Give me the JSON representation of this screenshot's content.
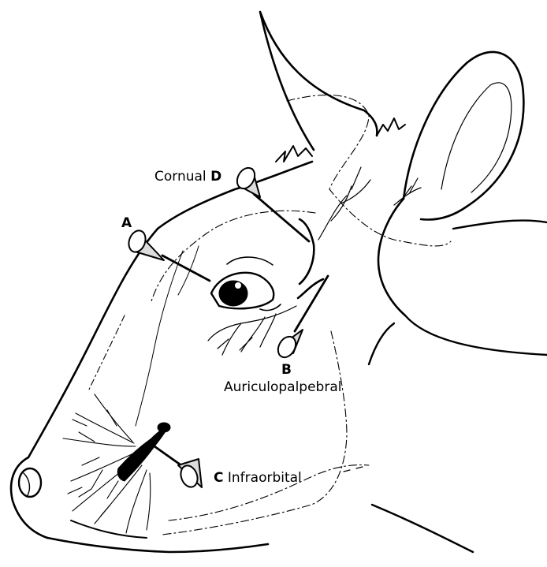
{
  "labels": {
    "cornual": {
      "name": "Cornual",
      "letter": "D"
    },
    "a": {
      "letter": "A"
    },
    "auriculopalpebral": {
      "letter": "B",
      "name": "Auriculopalpebral"
    },
    "infraorbital": {
      "letter": "C",
      "name": "Infraorbital"
    }
  },
  "colors": {
    "ink": "#000000",
    "needle_hub": "#dcdcdc",
    "background": "#ffffff"
  }
}
